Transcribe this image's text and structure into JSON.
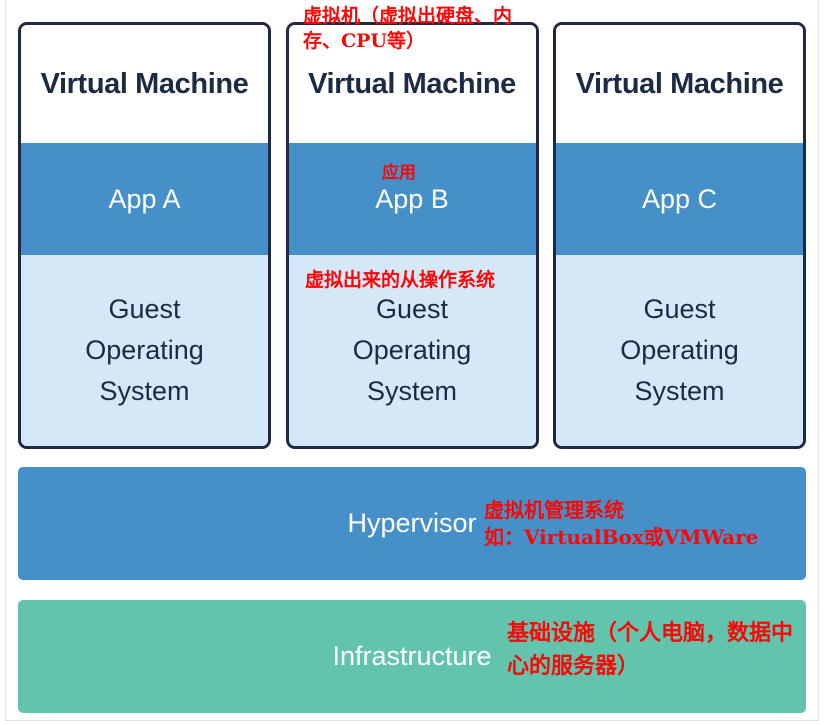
{
  "diagram": {
    "title": "Virtual Machine architecture stack",
    "colors": {
      "app_band": "#4590c9",
      "guest_band": "#d5e8f8",
      "hypervisor": "#4590c9",
      "infrastructure": "#63c4ae",
      "box_border": "#1e2a44",
      "text_dark": "#1c2a45",
      "annotation_red": "#fc0606"
    },
    "vms": [
      {
        "title": "Virtual Machine",
        "app": "App A",
        "guest_os": "Guest\nOperating\nSystem"
      },
      {
        "title": "Virtual Machine",
        "app": "App B",
        "guest_os": "Guest\nOperating\nSystem"
      },
      {
        "title": "Virtual Machine",
        "app": "App C",
        "guest_os": "Guest\nOperating\nSystem"
      }
    ],
    "hypervisor": {
      "label": "Hypervisor"
    },
    "infrastructure": {
      "label": "Infrastructure"
    },
    "annotations": {
      "virtual_machine": "虚拟机（虚拟出硬盘、内存、CPU等）",
      "application": "应用",
      "guest_os": "虚拟出来的从操作系统",
      "hypervisor": "虚拟机管理系统\n如：VirtualBox或VMWare",
      "infrastructure": "基础设施（个人电脑，数据中心的服务器）"
    }
  }
}
